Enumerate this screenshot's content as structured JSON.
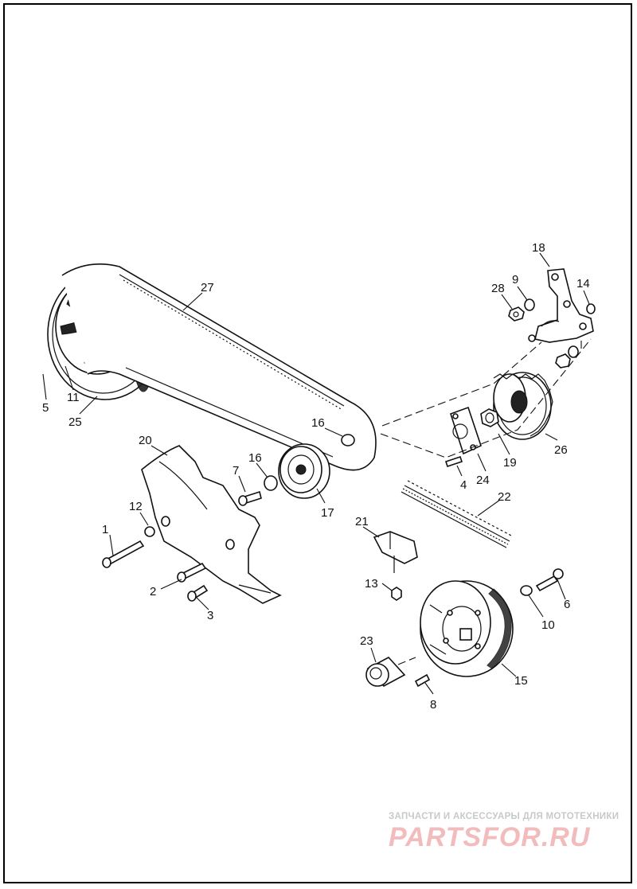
{
  "callouts": [
    "27",
    "18",
    "9",
    "28",
    "14",
    "5",
    "11",
    "25",
    "16",
    "20",
    "16",
    "7",
    "17",
    "26",
    "19",
    "24",
    "4",
    "22",
    "12",
    "21",
    "1",
    "2",
    "3",
    "13",
    "6",
    "10",
    "23",
    "15",
    "8"
  ],
  "watermark": {
    "tagline": "ЗАПЧАСТИ И АКСЕССУАРЫ ДЛЯ МОТОТЕХНИКИ",
    "brand": "PARTSFOR.RU"
  }
}
